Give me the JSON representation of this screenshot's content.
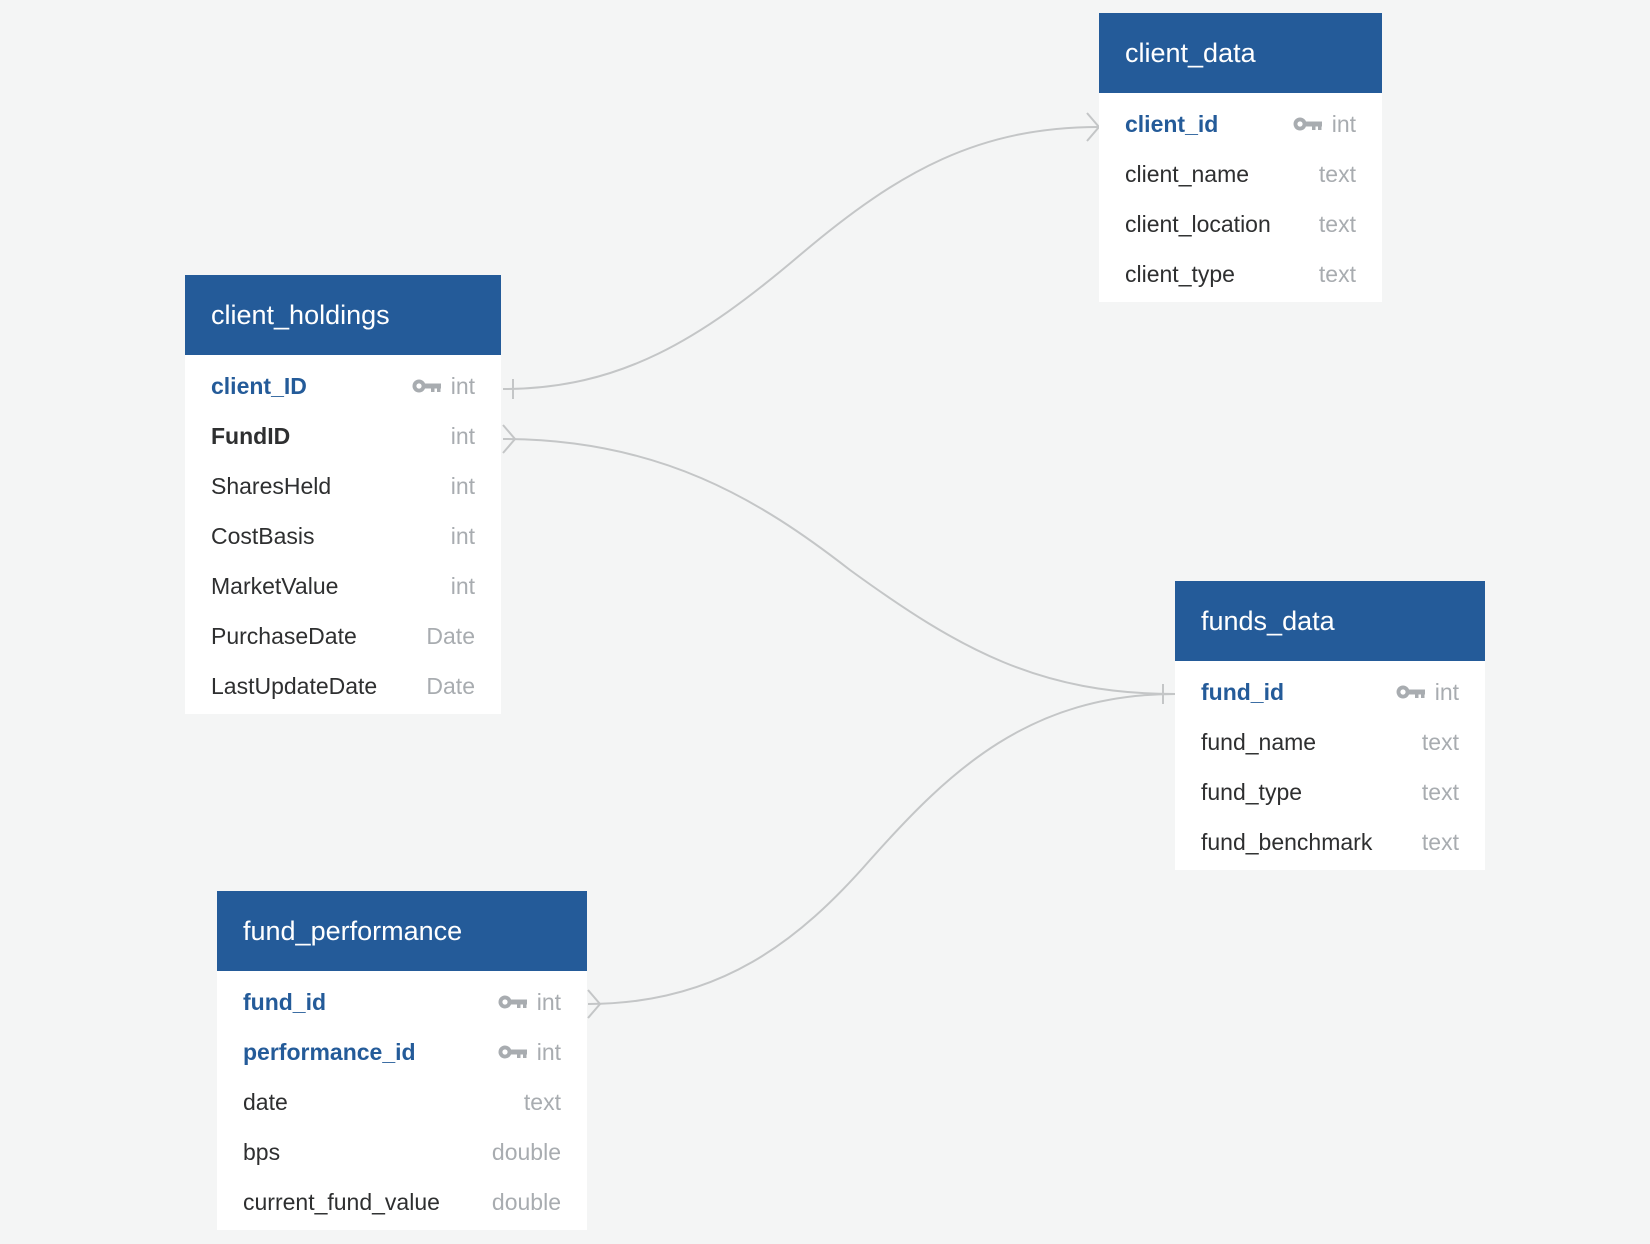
{
  "colors": {
    "background": "#f4f5f5",
    "header": "#245b99",
    "primary_key_text": "#245b99",
    "column_text": "#2e2f30",
    "type_text": "#a8acb0",
    "connector": "#c4c6c7"
  },
  "tables": {
    "client_data": {
      "title": "client_data",
      "columns": [
        {
          "name": "client_id",
          "type": "int",
          "key": "primary"
        },
        {
          "name": "client_name",
          "type": "text"
        },
        {
          "name": "client_location",
          "type": "text"
        },
        {
          "name": "client_type",
          "type": "text"
        }
      ]
    },
    "client_holdings": {
      "title": "client_holdings",
      "columns": [
        {
          "name": "client_ID",
          "type": "int",
          "key": "primary"
        },
        {
          "name": "FundID",
          "type": "int",
          "key": "foreign"
        },
        {
          "name": "SharesHeld",
          "type": "int"
        },
        {
          "name": "CostBasis",
          "type": "int"
        },
        {
          "name": "MarketValue",
          "type": "int"
        },
        {
          "name": "PurchaseDate",
          "type": "Date"
        },
        {
          "name": "LastUpdateDate",
          "type": "Date"
        }
      ]
    },
    "funds_data": {
      "title": "funds_data",
      "columns": [
        {
          "name": "fund_id",
          "type": "int",
          "key": "primary"
        },
        {
          "name": "fund_name",
          "type": "text"
        },
        {
          "name": "fund_type",
          "type": "text"
        },
        {
          "name": "fund_benchmark",
          "type": "text"
        }
      ]
    },
    "fund_performance": {
      "title": "fund_performance",
      "columns": [
        {
          "name": "fund_id",
          "type": "int",
          "key": "primary"
        },
        {
          "name": "performance_id",
          "type": "int",
          "key": "primary"
        },
        {
          "name": "date",
          "type": "text"
        },
        {
          "name": "bps",
          "type": "double"
        },
        {
          "name": "current_fund_value",
          "type": "double"
        }
      ]
    }
  },
  "relationships": [
    {
      "from": "client_holdings.client_ID",
      "from_cardinality": "one",
      "to": "client_data.client_id",
      "to_cardinality": "many"
    },
    {
      "from": "client_holdings.FundID",
      "from_cardinality": "many",
      "to": "funds_data.fund_id",
      "to_cardinality": "one"
    },
    {
      "from": "fund_performance.fund_id",
      "from_cardinality": "many",
      "to": "funds_data.fund_id",
      "to_cardinality": "one"
    }
  ]
}
